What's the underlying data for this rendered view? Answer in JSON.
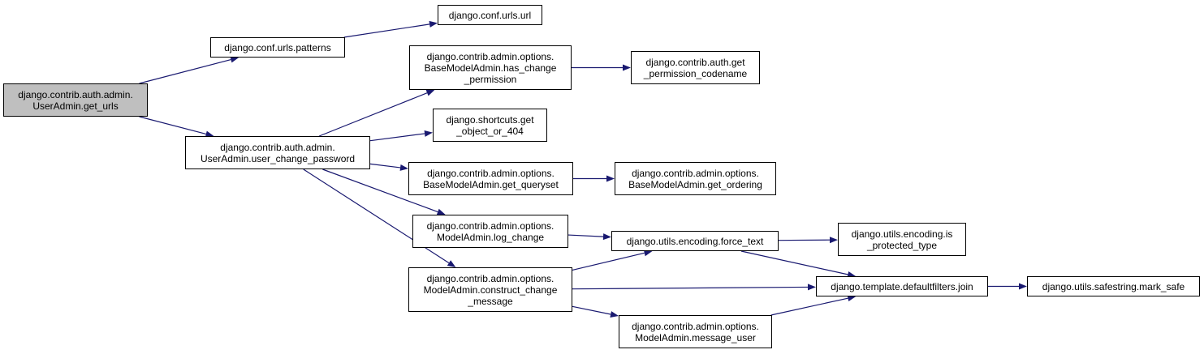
{
  "diagram": {
    "colors": {
      "node_bg": "#ffffff",
      "root_bg": "#bfbfbf",
      "border": "#000000",
      "edge": "#191970"
    },
    "nodes": [
      {
        "id": "get_urls",
        "label": "django.contrib.auth.admin.\nUserAdmin.get_urls",
        "root": true
      },
      {
        "id": "patterns",
        "label": "django.conf.urls.patterns"
      },
      {
        "id": "url",
        "label": "django.conf.urls.url"
      },
      {
        "id": "user_change_password",
        "label": "django.contrib.auth.admin.\nUserAdmin.user_change_password"
      },
      {
        "id": "has_change_permission",
        "label": "django.contrib.admin.options.\nBaseModelAdmin.has_change\n_permission"
      },
      {
        "id": "get_permission_codename",
        "label": "django.contrib.auth.get\n_permission_codename"
      },
      {
        "id": "get_object_or_404",
        "label": "django.shortcuts.get\n_object_or_404"
      },
      {
        "id": "get_queryset",
        "label": "django.contrib.admin.options.\nBaseModelAdmin.get_queryset"
      },
      {
        "id": "get_ordering",
        "label": "django.contrib.admin.options.\nBaseModelAdmin.get_ordering"
      },
      {
        "id": "log_change",
        "label": "django.contrib.admin.options.\nModelAdmin.log_change"
      },
      {
        "id": "force_text",
        "label": "django.utils.encoding.force_text"
      },
      {
        "id": "is_protected_type",
        "label": "django.utils.encoding.is\n_protected_type"
      },
      {
        "id": "construct_change_message",
        "label": "django.contrib.admin.options.\nModelAdmin.construct_change\n_message"
      },
      {
        "id": "join",
        "label": "django.template.defaultfilters.join"
      },
      {
        "id": "mark_safe",
        "label": "django.utils.safestring.mark_safe"
      },
      {
        "id": "message_user",
        "label": "django.contrib.admin.options.\nModelAdmin.message_user"
      }
    ],
    "edges": [
      {
        "from": "get_urls",
        "to": "patterns"
      },
      {
        "from": "get_urls",
        "to": "user_change_password"
      },
      {
        "from": "patterns",
        "to": "url"
      },
      {
        "from": "user_change_password",
        "to": "has_change_permission"
      },
      {
        "from": "user_change_password",
        "to": "get_object_or_404"
      },
      {
        "from": "user_change_password",
        "to": "get_queryset"
      },
      {
        "from": "user_change_password",
        "to": "log_change"
      },
      {
        "from": "user_change_password",
        "to": "construct_change_message"
      },
      {
        "from": "has_change_permission",
        "to": "get_permission_codename"
      },
      {
        "from": "get_queryset",
        "to": "get_ordering"
      },
      {
        "from": "log_change",
        "to": "force_text"
      },
      {
        "from": "force_text",
        "to": "is_protected_type"
      },
      {
        "from": "force_text",
        "to": "join"
      },
      {
        "from": "construct_change_message",
        "to": "force_text"
      },
      {
        "from": "construct_change_message",
        "to": "join"
      },
      {
        "from": "construct_change_message",
        "to": "message_user"
      },
      {
        "from": "message_user",
        "to": "join"
      },
      {
        "from": "join",
        "to": "mark_safe"
      }
    ]
  }
}
